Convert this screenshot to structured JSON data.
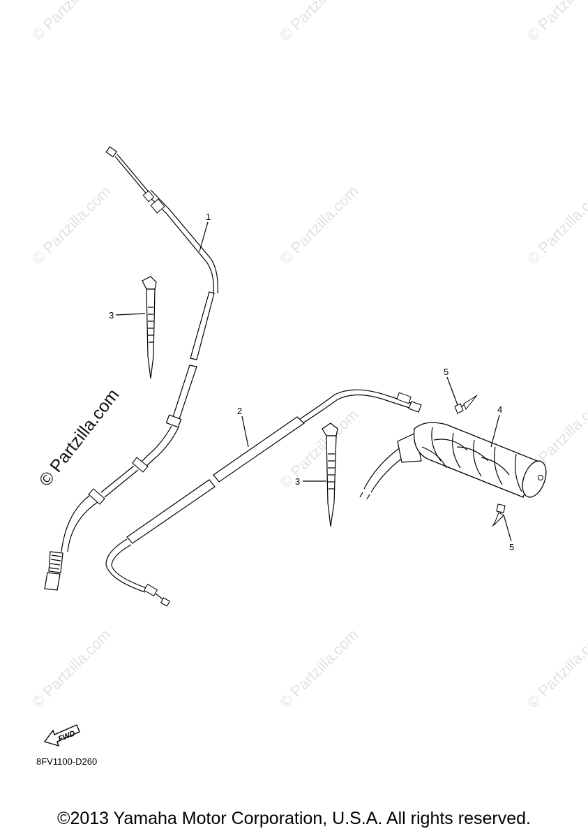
{
  "watermark": {
    "text": "© Partzilla.com",
    "large_text": "© Partzilla.com"
  },
  "callouts": {
    "c1": "1",
    "c2": "2",
    "c3a": "3",
    "c3b": "3",
    "c4": "4",
    "c5a": "5",
    "c5b": "5"
  },
  "fwd_label": "FWD",
  "part_code": "8FV1100-D260",
  "copyright": "©2013 Yamaha Motor Corporation, U.S.A. All rights reserved.",
  "icons": {
    "fwd": "fwd-arrow-icon"
  }
}
